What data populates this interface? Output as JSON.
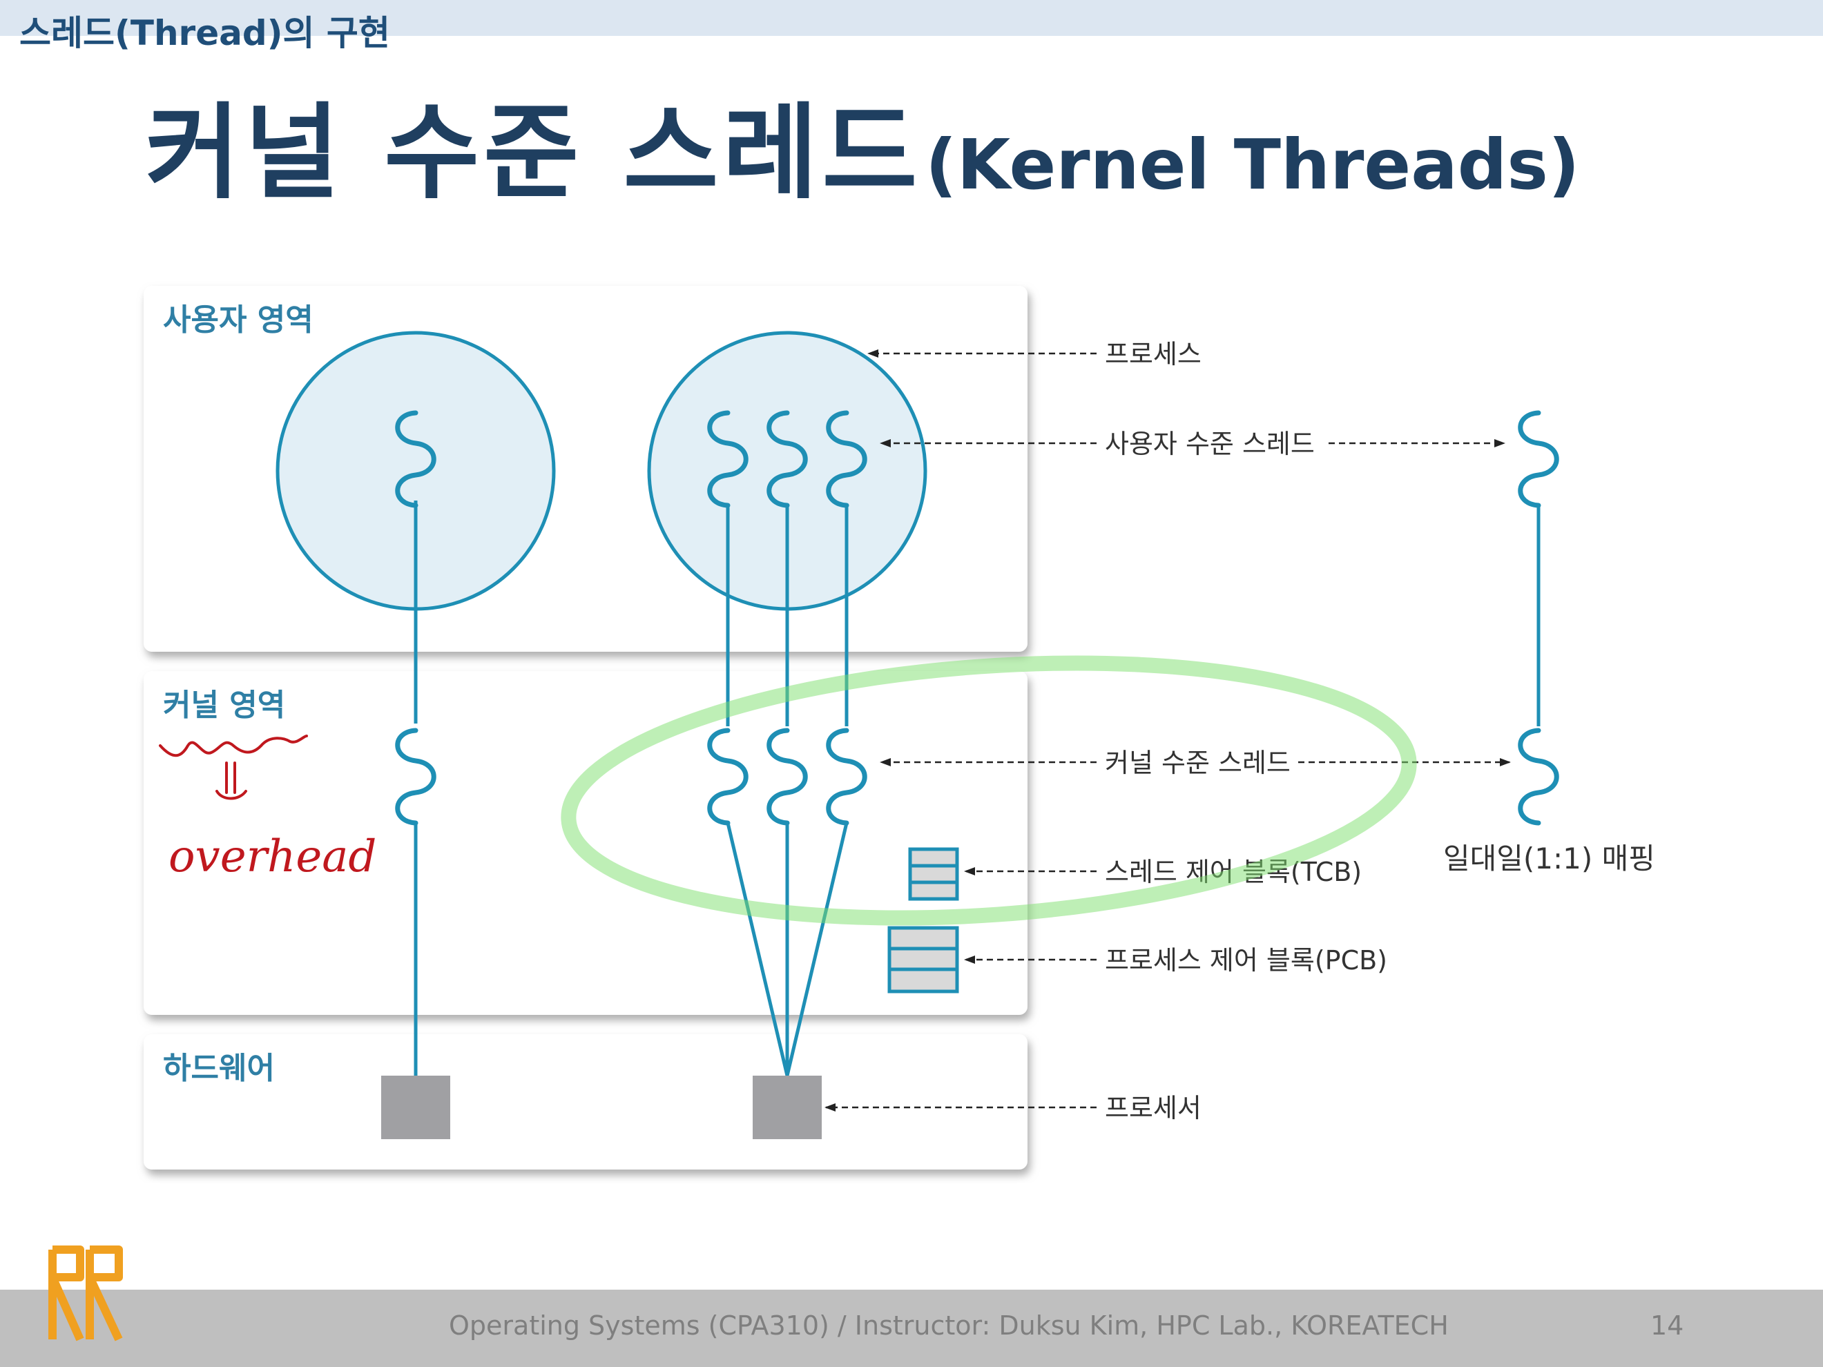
{
  "header": {
    "section_title": "스레드(Thread)의 구현",
    "title_ko": "커널 수준 스레드",
    "title_en": "(Kernel Threads)"
  },
  "diagram": {
    "regions": {
      "user": "사용자 영역",
      "kernel": "커널 영역",
      "hardware": "하드웨어"
    },
    "callouts": {
      "process": "프로세스",
      "user_thread": "사용자 수준 스레드",
      "kernel_thread": "커널 수준 스레드",
      "tcb": "스레드 제어 블록(TCB)",
      "pcb": "프로세스 제어 블록(PCB)",
      "processor": "프로세서",
      "mapping": "일대일(1:1) 매핑"
    },
    "annotation": "overhead",
    "colors": {
      "line": "#1e8fb5",
      "circle_fill": "#e2eff6",
      "block_fill": "#d9d9d9",
      "processor": "#a0a0a3",
      "highlight": "#7ee06d",
      "annotation": "#c0181e"
    }
  },
  "footer": {
    "text": "Operating Systems (CPA310) / Instructor: Duksu Kim, HPC Lab., KOREATECH",
    "page": "14"
  }
}
